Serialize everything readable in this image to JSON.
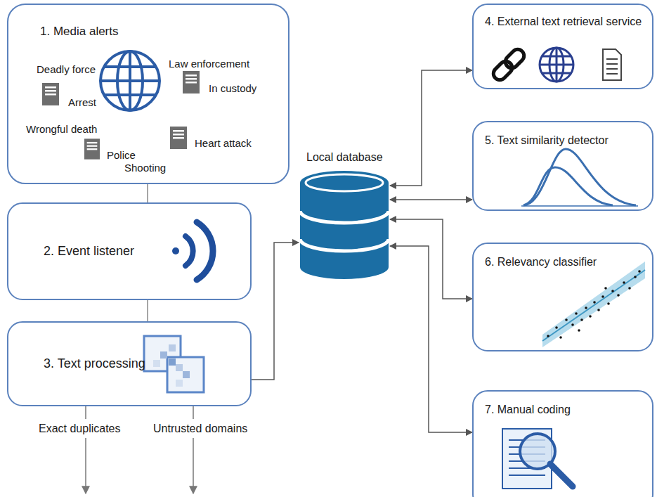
{
  "diagram": {
    "nodes": [
      {
        "text": [
          "1. Media alerts",
          "Deadly force",
          "Law enforcement",
          "Arrest",
          "In custody",
          "Wrongful death",
          "Heart attack",
          "Police",
          "Shooting"
        ]
      },
      {
        "text": [
          "2. Event listener"
        ]
      },
      {
        "text": [
          "3. Text processing"
        ]
      },
      {
        "text": [
          "Local database"
        ]
      },
      {
        "text": [
          "4. External text retrieval service"
        ]
      },
      {
        "text": [
          "5. Text similarity detector"
        ]
      },
      {
        "text": [
          "6. Relevancy classifier"
        ]
      },
      {
        "text": [
          "7. Manual coding"
        ]
      }
    ],
    "edges": [
      {
        "from": 0,
        "to": 1,
        "arrow": "none"
      },
      {
        "from": 1,
        "to": 2,
        "arrow": "none"
      },
      {
        "from": 2,
        "to": 3,
        "arrow": "to"
      },
      {
        "from": 3,
        "to": 4,
        "arrow": "both"
      },
      {
        "from": 3,
        "to": 5,
        "arrow": "both"
      },
      {
        "from": 3,
        "to": 6,
        "arrow": "both"
      },
      {
        "from": 3,
        "to": 7,
        "arrow": "both"
      }
    ],
    "labels": [
      "Exact duplicates",
      "Untrusted domains"
    ]
  }
}
